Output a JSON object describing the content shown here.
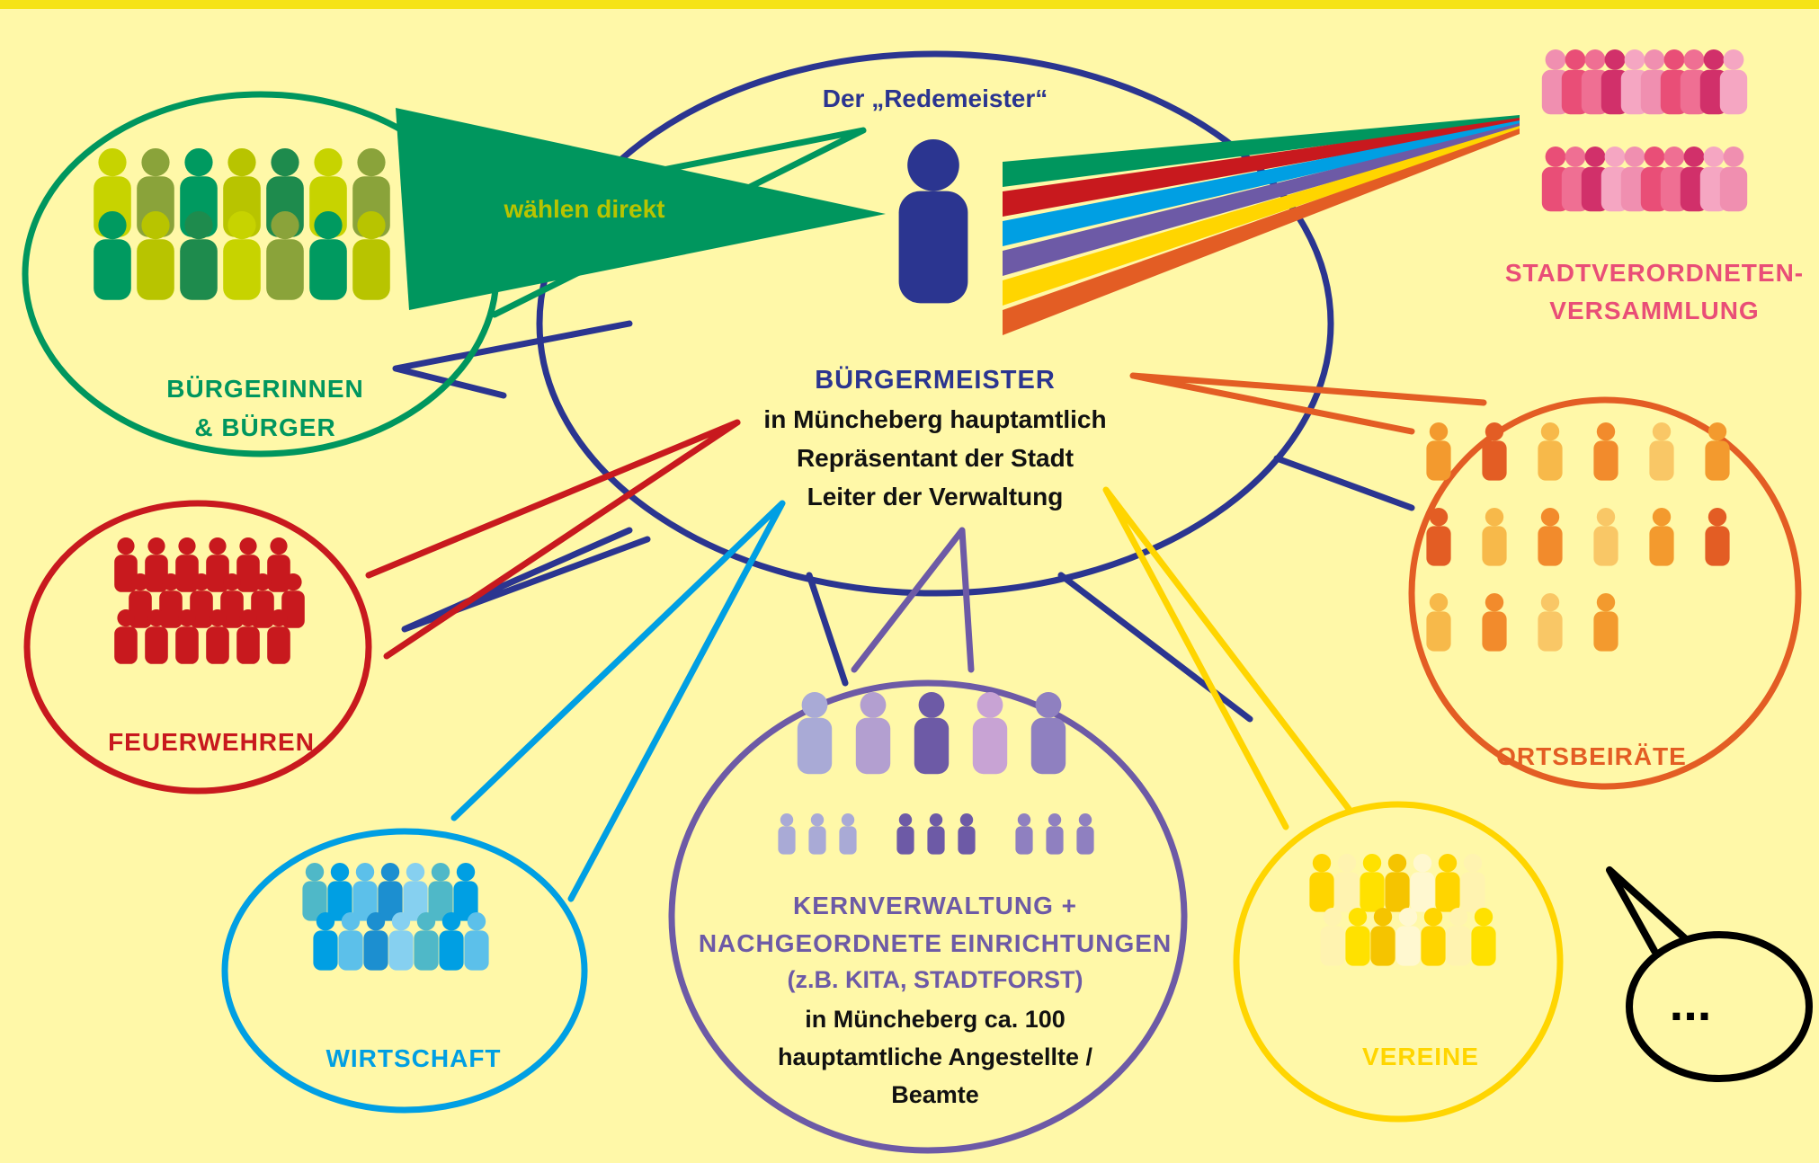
{
  "mayor": {
    "redemeister": "Der „Redemeister“",
    "title": "BÜRGERMEISTER",
    "line1": "in Müncheberg hauptamtlich",
    "line2": "Repräsentant der Stadt",
    "line3": "Leiter der Verwaltung"
  },
  "citizens": {
    "line1": "BÜRGERINNEN",
    "line2": "& BÜRGER",
    "elect": "wählen direkt"
  },
  "council": {
    "line1": "STADTVERORDNETEN-",
    "line2": "VERSAMMLUNG"
  },
  "fire": {
    "label": "FEUERWEHREN"
  },
  "ortsbeirat": {
    "label": "ORTSBEIRÄTE"
  },
  "business": {
    "label": "WIRTSCHAFT"
  },
  "admin": {
    "line1": "KERNVERWALTUNG +",
    "line2": "NACHGEORDNETE EINRICHTUNGEN",
    "line3": "(z.B. KITA, STADTFORST)",
    "line4": "in Müncheberg ca. 100",
    "line5": "hauptamtliche Angestellte /",
    "line6": "Beamte"
  },
  "clubs": {
    "label": "VEREINE"
  },
  "more": {
    "label": "..."
  },
  "colors": {
    "background": "#fff8a8",
    "navy": "#2b3590",
    "green": "#00965e",
    "lime": "#b8c400",
    "pink": "#e94e77",
    "orange": "#e35d24",
    "red": "#c8191e",
    "blue": "#009fe3",
    "purple": "#6d5aa6",
    "yellow": "#ffd500"
  }
}
